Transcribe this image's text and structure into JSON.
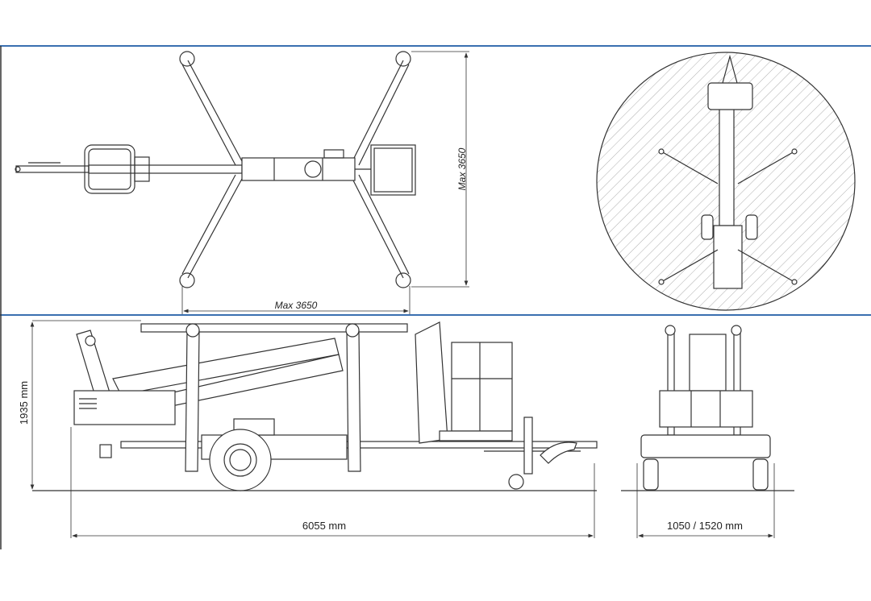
{
  "colors": {
    "frame_blue": "#3a6fb0",
    "line": "#333333"
  },
  "top_view": {
    "width_label": "Max 3650",
    "length_label": "Max 3650"
  },
  "side_view": {
    "height_label": "1935 mm",
    "length_label": "6055 mm"
  },
  "rear_view": {
    "width_label": "1050 / 1520 mm"
  }
}
